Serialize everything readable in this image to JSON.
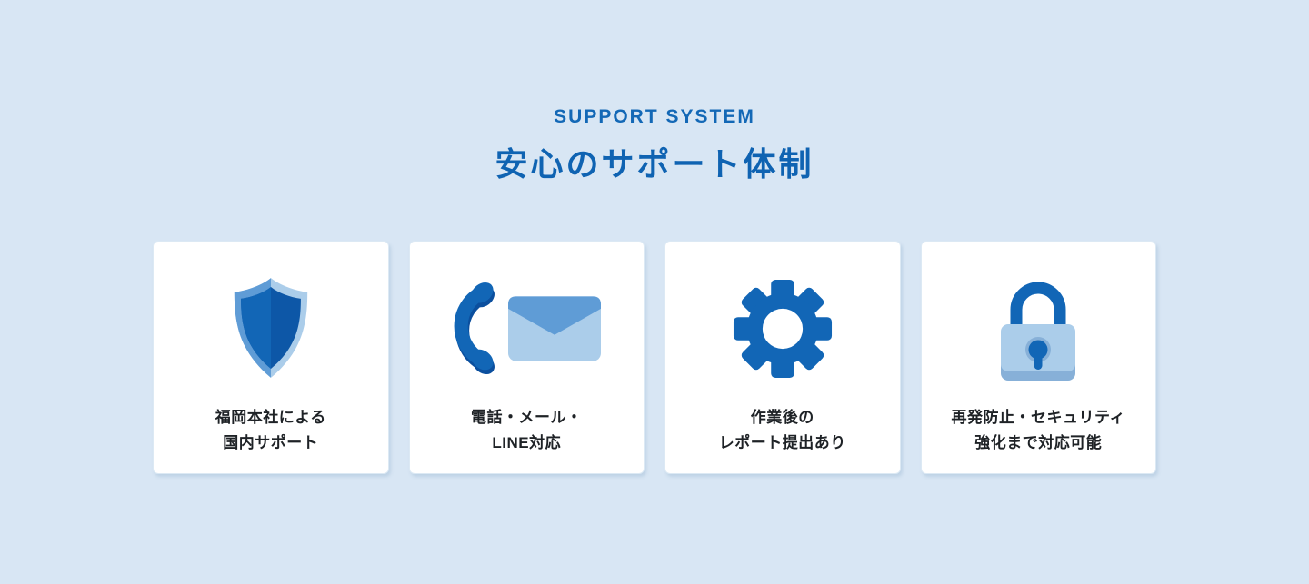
{
  "header": {
    "eyebrow": "SUPPORT SYSTEM",
    "title": "安心のサポート体制"
  },
  "cards": [
    {
      "icon": "shield-icon",
      "line1": "福岡本社による",
      "line2": "国内サポート"
    },
    {
      "icon": "phone-mail-icon",
      "line1": "電話・メール・",
      "line2": "LINE対応"
    },
    {
      "icon": "gear-icon",
      "line1": "作業後の",
      "line2": "レポート提出あり"
    },
    {
      "icon": "lock-icon",
      "line1": "再発防止・セキュリティ",
      "line2": "強化まで対応可能"
    }
  ],
  "colors": {
    "page_bg": "#d8e6f4",
    "card_bg": "#ffffff",
    "heading_blue": "#1368b6",
    "title_blue": "#0f63b2",
    "text_dark": "#1e2226",
    "blue_primary": "#1266b6",
    "blue_dark": "#0d57a7",
    "blue_deep": "#0b4f9e",
    "blue_mid": "#5f9cd6",
    "blue_light": "#abcdea",
    "blue_haze": "#87b0d8"
  }
}
